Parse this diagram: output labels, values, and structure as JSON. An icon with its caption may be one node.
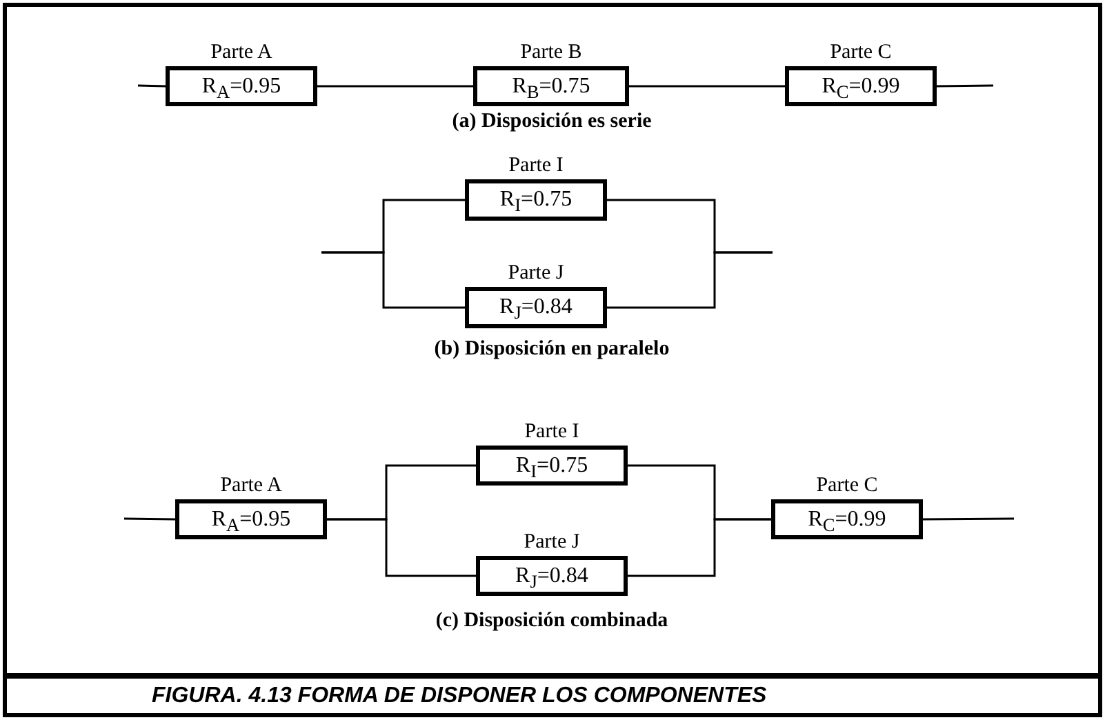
{
  "diagram": {
    "caption": "FIGURA. 4.13 FORMA DE DISPONER LOS COMPONENTES",
    "nodes": [
      {
        "text": [
          "Parte A",
          "R$_{A}$=0.95"
        ]
      },
      {
        "text": [
          "Parte B",
          "R$_{B}$=0.75"
        ]
      },
      {
        "text": [
          "Parte C",
          "R$_{C}$=0.99"
        ]
      },
      {
        "text": [
          "Parte I",
          "R$_{I}$=0.75"
        ]
      },
      {
        "text": [
          "Parte J",
          "R$_{J}$=0.84"
        ]
      },
      {
        "text": [
          "Parte A",
          "R$_{A}$=0.95"
        ]
      },
      {
        "text": [
          "Parte I",
          "R$_{I}$=0.75"
        ]
      },
      {
        "text": [
          "Parte J",
          "R$_{J}$=0.84"
        ]
      },
      {
        "text": [
          "Parte C",
          "R$_{C}$=0.99"
        ]
      }
    ],
    "edges": [
      {
        "from": null,
        "to": 0,
        "arrow": "none"
      },
      {
        "from": 0,
        "to": 1,
        "arrow": "none"
      },
      {
        "from": 1,
        "to": 2,
        "arrow": "none"
      },
      {
        "from": 2,
        "to": null,
        "arrow": "none"
      },
      {
        "from": null,
        "to": 3,
        "arrow": "none"
      },
      {
        "from": null,
        "to": 4,
        "arrow": "none"
      },
      {
        "from": 3,
        "to": null,
        "arrow": "none"
      },
      {
        "from": 4,
        "to": null,
        "arrow": "none"
      },
      {
        "from": null,
        "to": 5,
        "arrow": "none"
      },
      {
        "from": 5,
        "to": 6,
        "arrow": "none"
      },
      {
        "from": 5,
        "to": 7,
        "arrow": "none"
      },
      {
        "from": 6,
        "to": 8,
        "arrow": "none"
      },
      {
        "from": 7,
        "to": 8,
        "arrow": "none"
      },
      {
        "from": 8,
        "to": null,
        "arrow": "none"
      }
    ],
    "labels": [
      "(a) Disposición es serie",
      "(b) Disposición en paralelo",
      "(c) Disposición combinada"
    ]
  }
}
